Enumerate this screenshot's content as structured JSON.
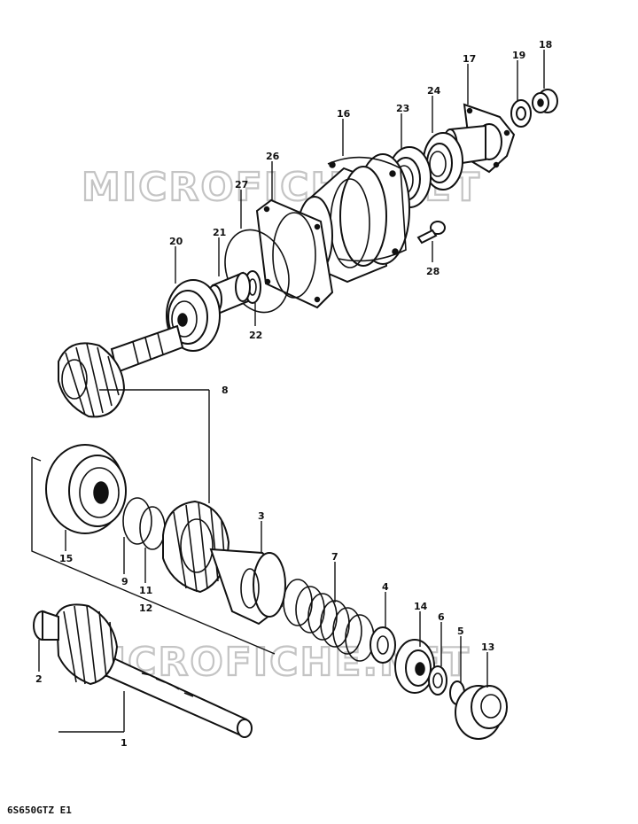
{
  "watermark": "MICROFICHE.NET",
  "drawing_code": "6S650GTZ E1",
  "callouts": {
    "p1": "1",
    "p2": "2",
    "p3": "3",
    "p4": "4",
    "p5": "5",
    "p6": "6",
    "p7": "7",
    "p8": "8",
    "p9": "9",
    "p11": "11",
    "p12": "12",
    "p13": "13",
    "p14": "14",
    "p15": "15",
    "p16": "16",
    "p17": "17",
    "p18": "18",
    "p19": "19",
    "p20": "20",
    "p21": "21",
    "p22": "22",
    "p23": "23",
    "p24": "24",
    "p26": "26",
    "p27": "27",
    "p28": "28"
  }
}
